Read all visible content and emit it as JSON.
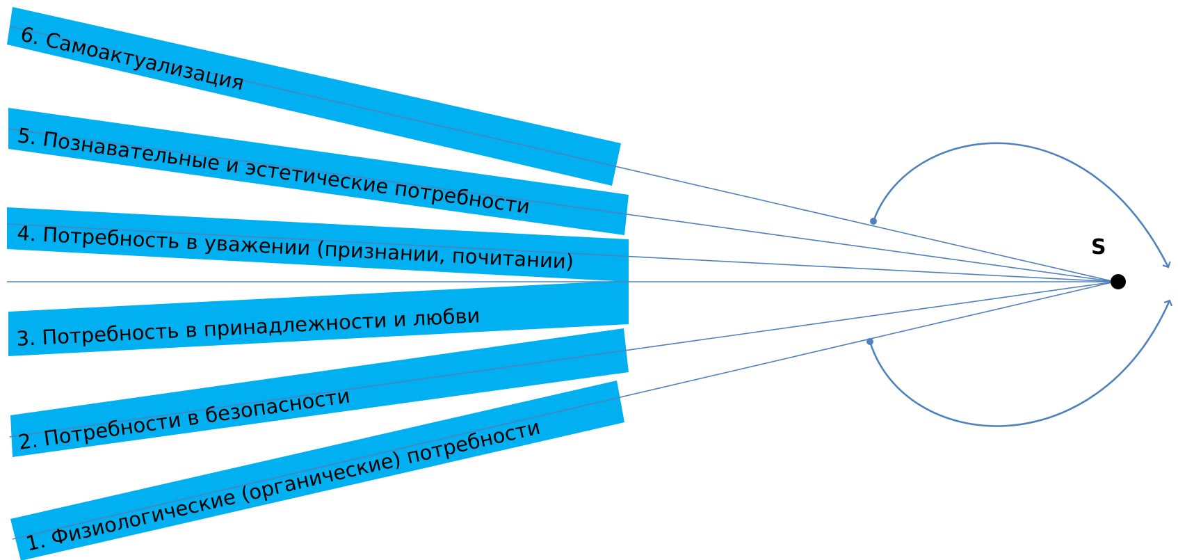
{
  "diagram": {
    "point_label": "S",
    "colors": {
      "band_fill": "#00B0F0",
      "ray_stroke": "#4F81BD",
      "band_text": "#000000",
      "point_fill": "#000000"
    },
    "needs": [
      {
        "label": "6. Самоактуализация"
      },
      {
        "label": "5. Познавательные и эстетические потребности"
      },
      {
        "label": "4. Потребность в уважении (признании, почитании)"
      },
      {
        "label": "3. Потребность в принадлежности и любви"
      },
      {
        "label": "2. Потребности в безопасности"
      },
      {
        "label": "1. Физиологические (органические) потребности"
      }
    ]
  }
}
